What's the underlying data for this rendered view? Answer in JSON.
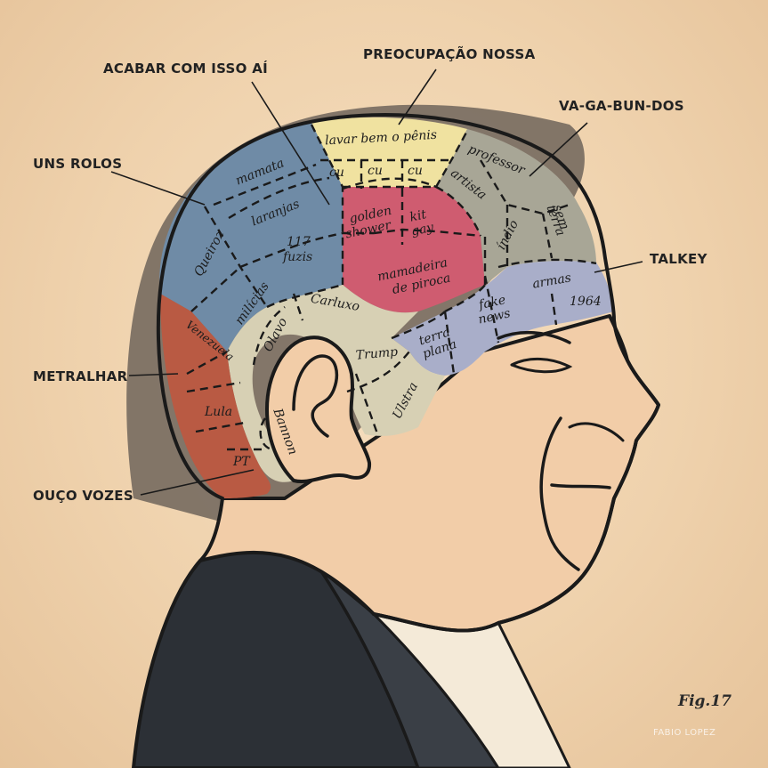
{
  "callouts": {
    "preocupacao": "PREOCUPAÇÃO NOSSA",
    "acabar": "ACABAR COM ISSO AÍ",
    "vagabundos": "VA-GA-BUN-DOS",
    "rolos": "UNS ROLOS",
    "talkey": "TALKEY",
    "metralhar": "METRALHAR",
    "vozes": "OUÇO VOZES"
  },
  "zones": {
    "lavar": "lavar bem o pênis",
    "cu1": "cu",
    "cu2": "cu",
    "cu3": "cu",
    "mamata": "mamata",
    "laranjas": "laranjas",
    "queiroz": "Queiroz",
    "fuzis_a": "117",
    "fuzis_b": "fuzis",
    "milicias": "milícias",
    "golden_a": "golden",
    "golden_b": "shower",
    "kit_a": "kit",
    "kit_b": "gay",
    "mamadeira_a": "mamadeira",
    "mamadeira_b": "de piroca",
    "professor": "professor",
    "artista": "artista",
    "indio": "índio",
    "sem_a": "sem",
    "sem_b": "terra",
    "armas": "armas",
    "ano": "1964",
    "fake_a": "fake",
    "fake_b": "news",
    "terra_a": "terra",
    "terra_b": "plana",
    "carluxo": "Carluxo",
    "olavo": "Olavo",
    "trump": "Trump",
    "ulstra": "Ulstra",
    "bannon": "Bannon",
    "venezuela": "Venezuela",
    "lula": "Lula",
    "pt": "PT"
  },
  "figure_label": "Fig.17",
  "credit": "FABIO LOPEZ",
  "colors": {
    "background": "#efd2ad",
    "blue": "#6f8ba6",
    "yellow": "#f0e2a0",
    "red": "#cf5c70",
    "gray": "#a8a696",
    "lavender": "#a9aec9",
    "beige": "#d7d0b4",
    "rust": "#b95a43",
    "skin": "#f2cda8",
    "suit": "#2c3036"
  }
}
